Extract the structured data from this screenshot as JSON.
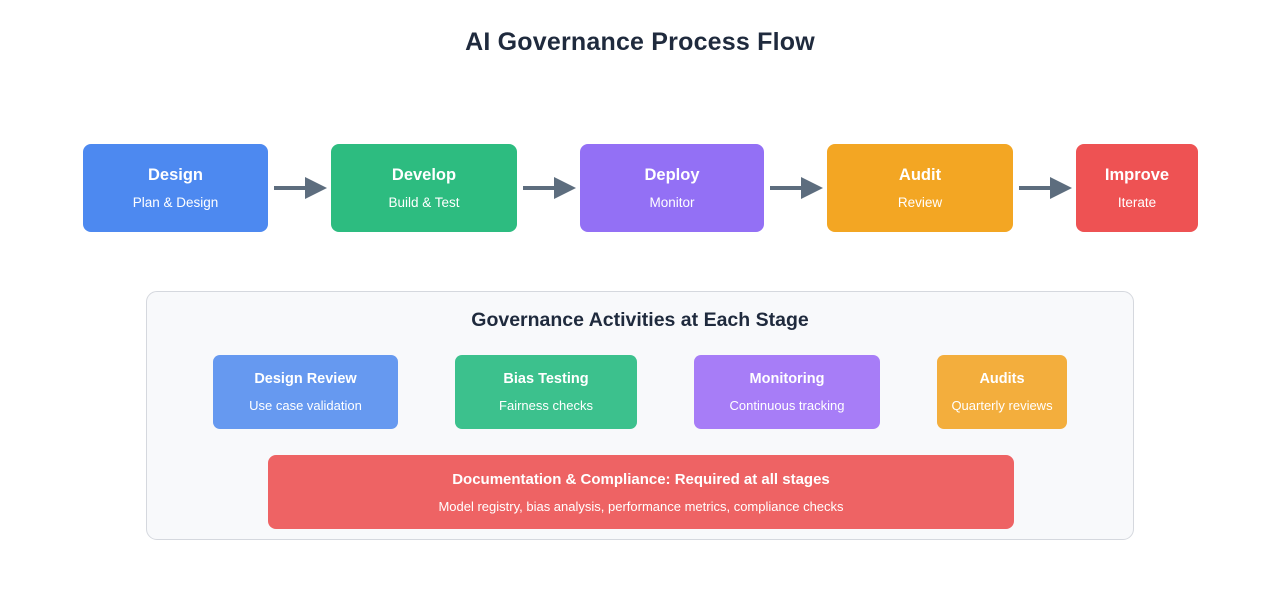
{
  "page": {
    "title": "AI Governance Process Flow",
    "background": "#ffffff",
    "title_color": "#1f2a3d"
  },
  "flow": {
    "arrow_color": "#5d6d7e",
    "stages": [
      {
        "title": "Design",
        "subtitle": "Plan & Design",
        "color": "#4d89f0",
        "width": 185
      },
      {
        "title": "Develop",
        "subtitle": "Build & Test",
        "color": "#2dbc80",
        "width": 186
      },
      {
        "title": "Deploy",
        "subtitle": "Monitor",
        "color": "#9370f5",
        "width": 184
      },
      {
        "title": "Audit",
        "subtitle": "Review",
        "color": "#f3a623",
        "width": 186
      },
      {
        "title": "Improve",
        "subtitle": "Iterate",
        "color": "#ee5253",
        "width": 122
      }
    ]
  },
  "activities_panel": {
    "heading": "Governance Activities at Each Stage",
    "background": "#f8f9fb",
    "border_color": "#d5d8de",
    "cards": [
      {
        "title": "Design Review",
        "subtitle": "Use case validation",
        "color": "#6699f0",
        "width": 185
      },
      {
        "title": "Bias Testing",
        "subtitle": "Fairness checks",
        "color": "#3cc18d",
        "width": 182
      },
      {
        "title": "Monitoring",
        "subtitle": "Continuous tracking",
        "color": "#a77df7",
        "width": 186
      },
      {
        "title": "Audits",
        "subtitle": "Quarterly reviews",
        "color": "#f3ae3d",
        "width": 130
      }
    ],
    "banner": {
      "title": "Documentation & Compliance: Required at all stages",
      "subtitle": "Model registry, bias analysis, performance metrics, compliance checks",
      "color": "#ee6364"
    }
  }
}
